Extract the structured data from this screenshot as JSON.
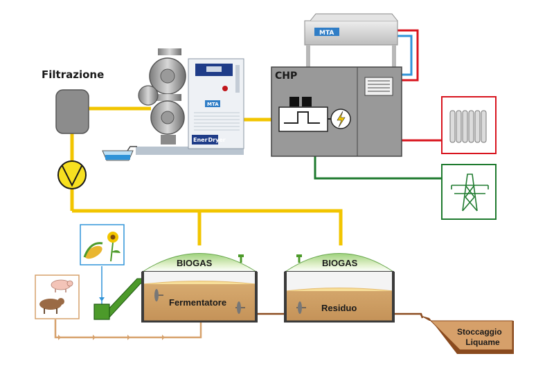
{
  "labels": {
    "filtrazione": "Filtrazione",
    "chp": "CHP",
    "biogas_1": "BIOGAS",
    "biogas_2": "BIOGAS",
    "fermentatore": "Fermentatore",
    "residuo": "Residuo",
    "stoccaggio_line1": "Stoccaggio",
    "stoccaggio_line2": "Liquame"
  },
  "brand": {
    "mta": "MTA",
    "enerdryer_1": "Ener",
    "enerdryer_2": "Dryer"
  },
  "colors": {
    "gas_line": "#f2c500",
    "electric_line": "#1e7a2e",
    "hot_water": "#d8141e",
    "cold_water": "#2f93d8",
    "digestate": "#8a4a1e",
    "substrate": "#d6a06a",
    "digester_fill": "#caa06a",
    "dome": "#b9e0a0",
    "chp_body": "#9a9a9a"
  },
  "icons": {
    "pump": "pump-icon",
    "generator": "lightning-icon",
    "radiator": "radiator-icon",
    "pylon": "power-pylon-icon",
    "pigs": "pig-icon",
    "crops": "corn-sunflower-icon"
  }
}
